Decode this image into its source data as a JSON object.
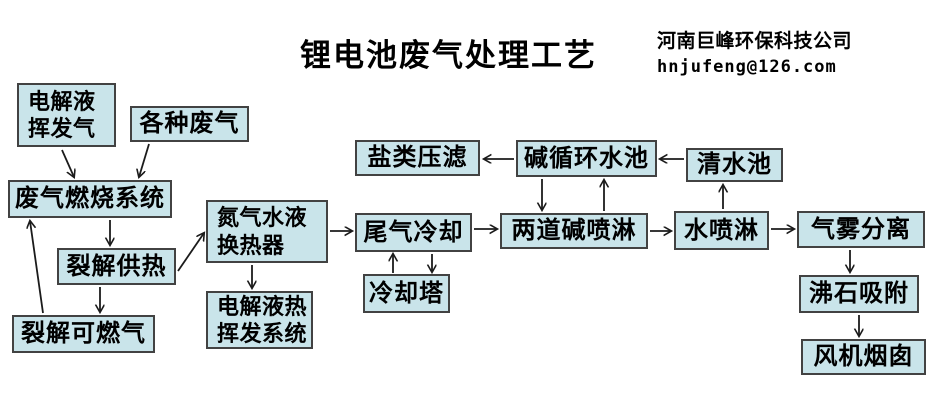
{
  "header": {
    "title": "锂电池废气处理工艺",
    "company": "河南巨峰环保科技公司",
    "email": "hnjufeng@126.com"
  },
  "colors": {
    "box_fill": "#c9e4ea",
    "box_border": "#424242",
    "arrow": "#1b1b1b",
    "text": "#000000"
  },
  "diagram": {
    "nodes": [
      {
        "id": "electrolyte-volatile-gas",
        "label": "电解液\n挥发气"
      },
      {
        "id": "various-waste-gas",
        "label": "各种废气"
      },
      {
        "id": "waste-gas-combustion-system",
        "label": "废气燃烧系统"
      },
      {
        "id": "pyrolysis-heat-supply",
        "label": "裂解供热"
      },
      {
        "id": "pyrolysis-combustible-gas",
        "label": "裂解可燃气"
      },
      {
        "id": "nitrogen-water-liquid-heat-exchanger",
        "label": "氮气水液\n换热器"
      },
      {
        "id": "electrolyte-thermal-volatilization-system",
        "label": "电解液热\n挥发系统"
      },
      {
        "id": "tail-gas-cooling",
        "label": "尾气冷却"
      },
      {
        "id": "cooling-tower",
        "label": "冷却塔"
      },
      {
        "id": "salt-press-filtration",
        "label": "盐类压滤"
      },
      {
        "id": "alkali-circulation-pool",
        "label": "碱循环水池"
      },
      {
        "id": "double-alkali-spray",
        "label": "两道碱喷淋"
      },
      {
        "id": "clean-water-pool",
        "label": "清水池"
      },
      {
        "id": "water-spray",
        "label": "水喷淋"
      },
      {
        "id": "gas-mist-separation",
        "label": "气雾分离"
      },
      {
        "id": "zeolite-adsorption",
        "label": "沸石吸附"
      },
      {
        "id": "fan-chimney",
        "label": "风机烟囱"
      }
    ],
    "edges": [
      {
        "from": "electrolyte-volatile-gas",
        "to": "waste-gas-combustion-system"
      },
      {
        "from": "various-waste-gas",
        "to": "waste-gas-combustion-system"
      },
      {
        "from": "waste-gas-combustion-system",
        "to": "pyrolysis-heat-supply"
      },
      {
        "from": "pyrolysis-heat-supply",
        "to": "pyrolysis-combustible-gas"
      },
      {
        "from": "pyrolysis-combustible-gas",
        "to": "waste-gas-combustion-system"
      },
      {
        "from": "pyrolysis-heat-supply",
        "to": "nitrogen-water-liquid-heat-exchanger"
      },
      {
        "from": "nitrogen-water-liquid-heat-exchanger",
        "to": "tail-gas-cooling"
      },
      {
        "from": "nitrogen-water-liquid-heat-exchanger",
        "to": "electrolyte-thermal-volatilization-system"
      },
      {
        "from": "cooling-tower",
        "to": "tail-gas-cooling"
      },
      {
        "from": "tail-gas-cooling",
        "to": "cooling-tower"
      },
      {
        "from": "tail-gas-cooling",
        "to": "double-alkali-spray"
      },
      {
        "from": "alkali-circulation-pool",
        "to": "salt-press-filtration"
      },
      {
        "from": "alkali-circulation-pool",
        "to": "double-alkali-spray"
      },
      {
        "from": "double-alkali-spray",
        "to": "alkali-circulation-pool"
      },
      {
        "from": "clean-water-pool",
        "to": "alkali-circulation-pool"
      },
      {
        "from": "double-alkali-spray",
        "to": "water-spray"
      },
      {
        "from": "water-spray",
        "to": "clean-water-pool"
      },
      {
        "from": "water-spray",
        "to": "gas-mist-separation"
      },
      {
        "from": "gas-mist-separation",
        "to": "zeolite-adsorption"
      },
      {
        "from": "zeolite-adsorption",
        "to": "fan-chimney"
      }
    ]
  }
}
